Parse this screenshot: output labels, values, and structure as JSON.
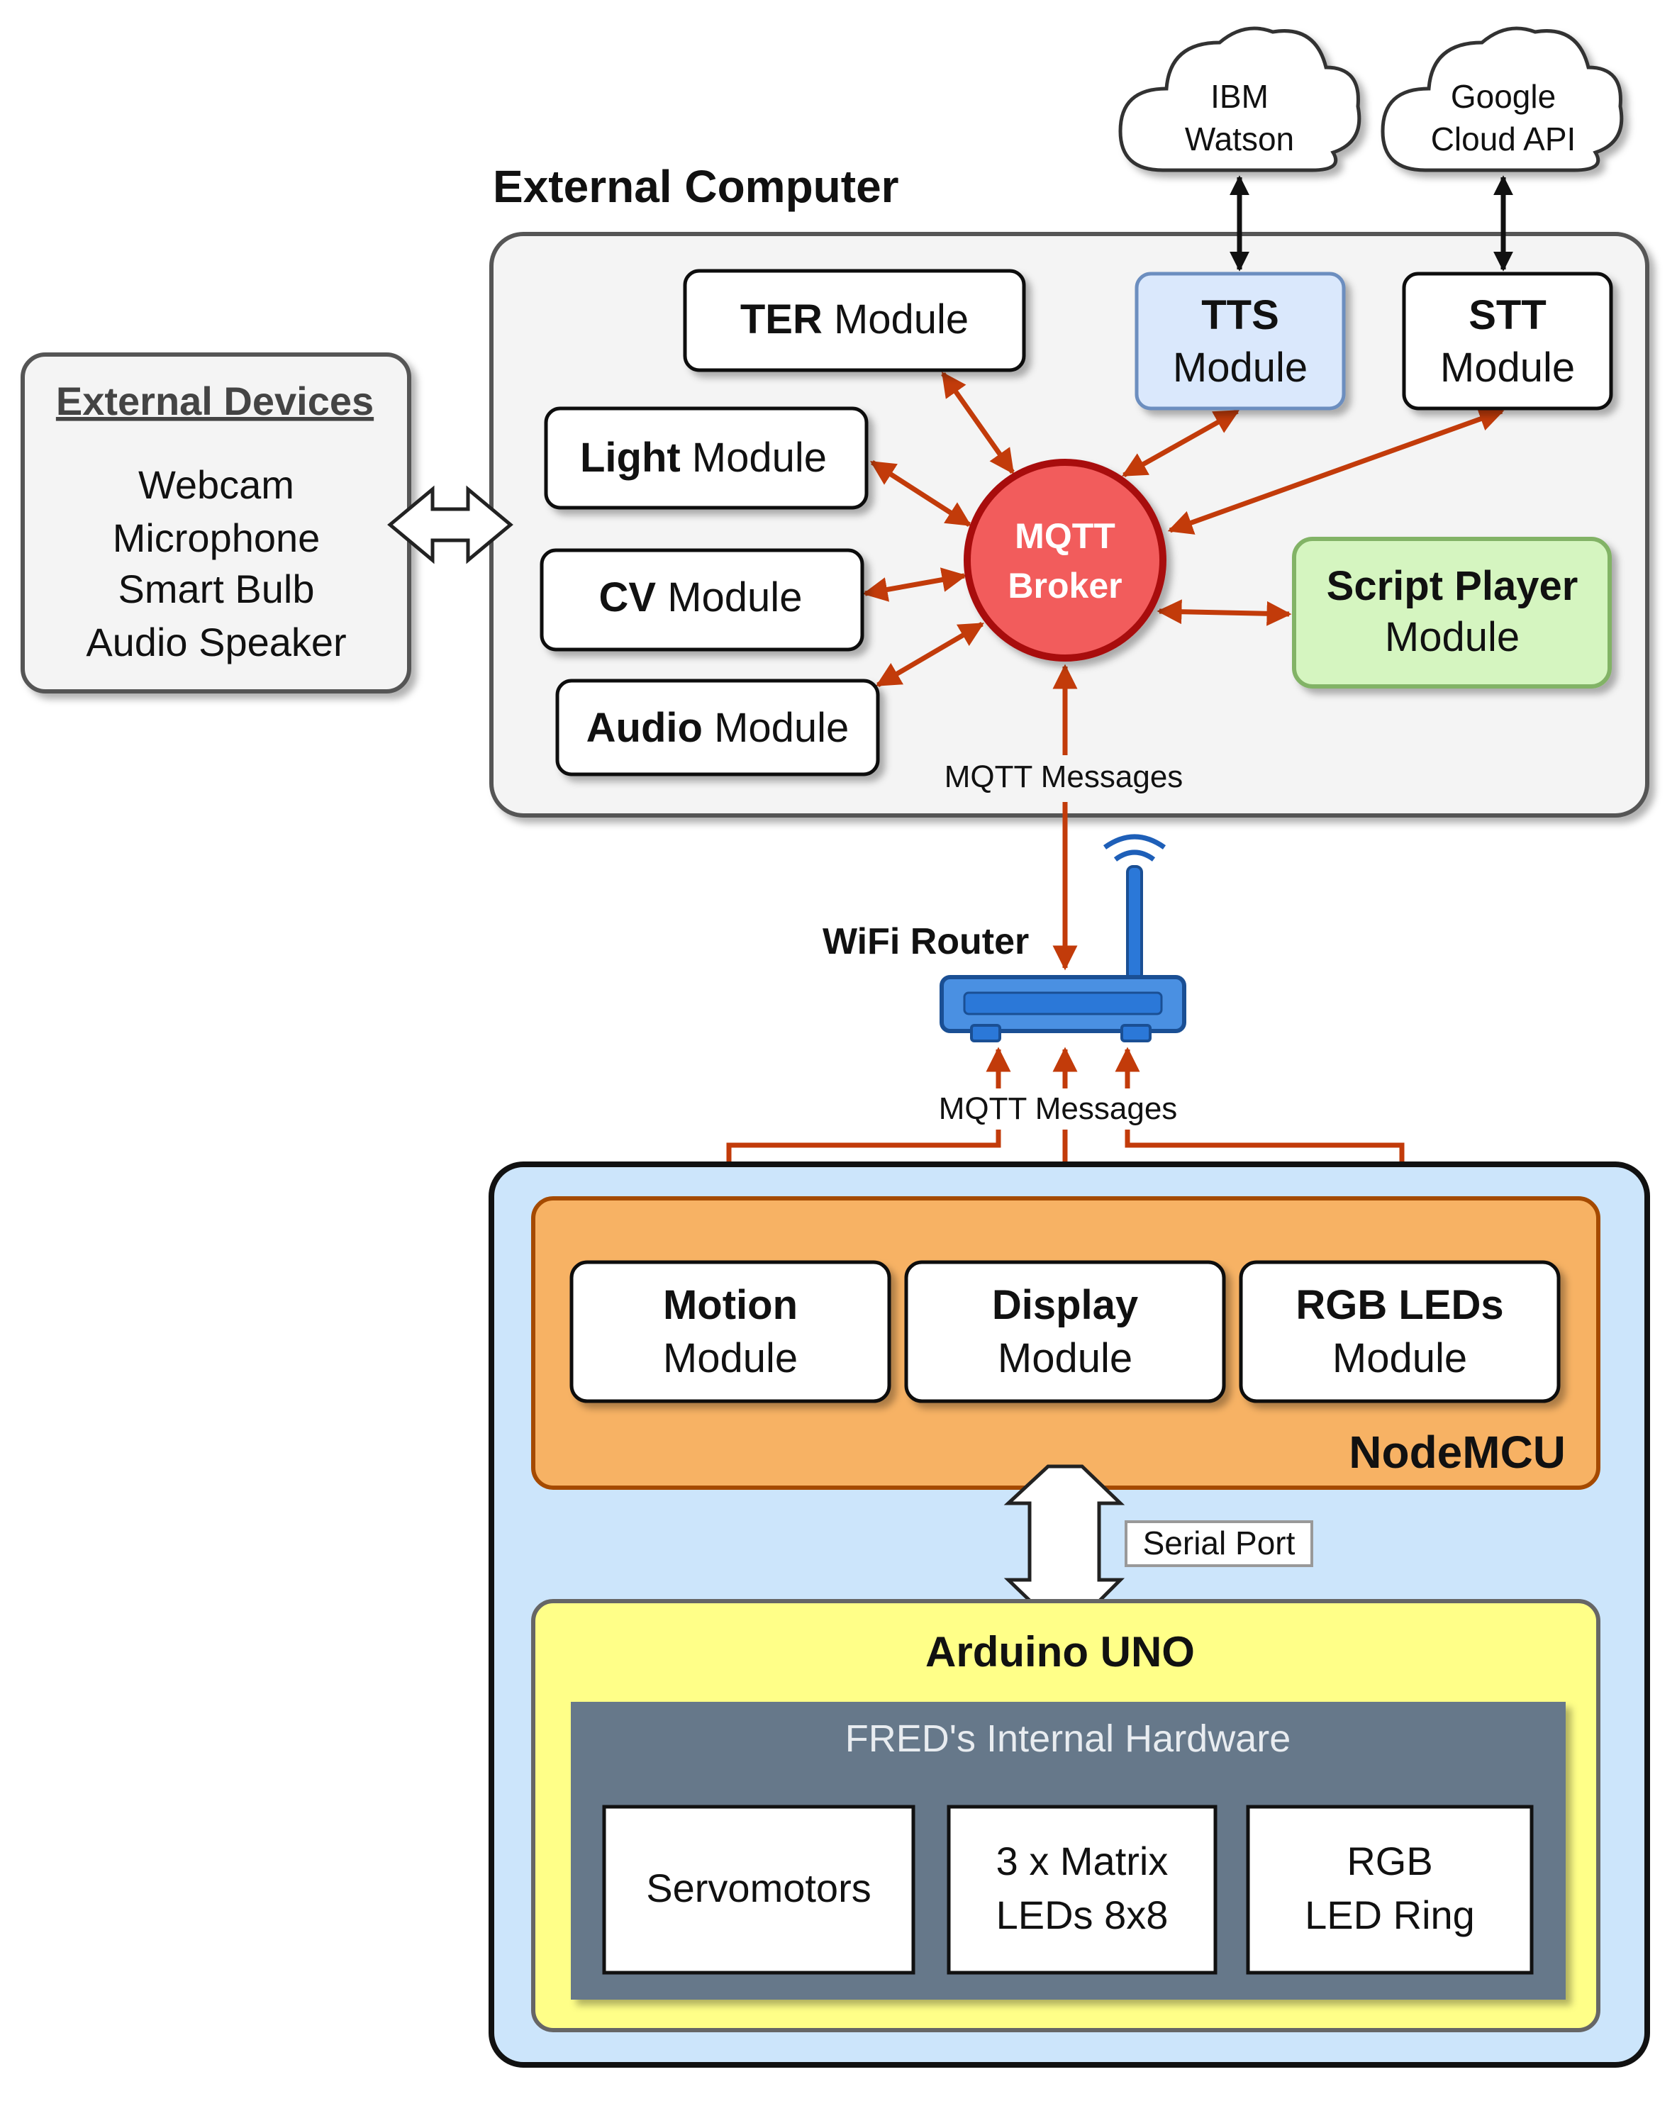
{
  "cloud_ibm": {
    "line1": "IBM",
    "line2": "Watson"
  },
  "cloud_google": {
    "line1": "Google",
    "line2": "Cloud API"
  },
  "external_computer": {
    "title": "External Computer"
  },
  "external_devices": {
    "title": "External Devices",
    "items": [
      "Webcam",
      "Microphone",
      "Smart Bulb",
      "Audio Speaker"
    ]
  },
  "modules": {
    "ter": {
      "bold": "TER",
      "rest": " Module"
    },
    "light": {
      "bold": "Light",
      "rest": " Module"
    },
    "cv": {
      "bold": "CV",
      "rest": " Module"
    },
    "audio": {
      "bold": "Audio",
      "rest": " Module"
    },
    "tts": {
      "bold": "TTS",
      "rest": "Module"
    },
    "stt": {
      "bold": "STT",
      "rest": "Module"
    },
    "script_player": {
      "bold": "Script Player",
      "rest": "Module"
    }
  },
  "broker": {
    "line1": "MQTT",
    "line2": "Broker"
  },
  "mqtt_messages_top": "MQTT Messages",
  "mqtt_messages_bottom": "MQTT Messages",
  "wifi_router": "WiFi Router",
  "nodemcu": {
    "title": "NodeMCU",
    "motion": {
      "bold": "Motion",
      "rest": "Module"
    },
    "display": {
      "bold": "Display",
      "rest": "Module"
    },
    "rgb": {
      "bold": "RGB LEDs",
      "rest": "Module"
    }
  },
  "serial_port": "Serial Port",
  "arduino": {
    "title": "Arduino UNO",
    "hardware_title": "FRED's Internal Hardware",
    "servos": "Servomotors",
    "matrix": {
      "line1": "3 x Matrix",
      "line2": "LEDs 8x8"
    },
    "ring": {
      "line1": "RGB",
      "line2": "LED Ring"
    }
  },
  "colors": {
    "arrow": "#c23b0a",
    "broker_fill": "#f25c5c",
    "tts_fill": "#dae8fc",
    "script_fill": "#d5f5c0",
    "nodemcu_fill": "#f7b264",
    "arduino_fill": "#ffff88",
    "board_fill": "#cce5fb",
    "hardware_fill": "#66788a",
    "router_fill": "#2b78d8"
  }
}
